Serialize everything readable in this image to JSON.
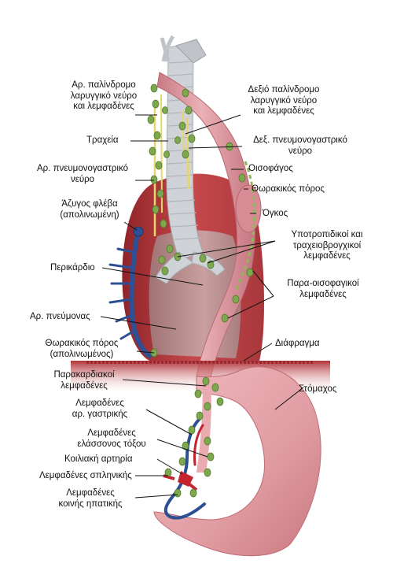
{
  "figure": {
    "labels": {
      "left_recurrent": "Αρ. παλίνδρομο\nλαρυγγικό νεύρο\nκαι λεμφαδένες",
      "trachea": "Τραχεία",
      "left_vagus": "Αρ. πνευμονογαστρικό\nνεύρο",
      "azygos": "Άζυγος φλέβα\n(απολινωμένη)",
      "pericardium": "Περικάρδιο",
      "left_lung": "Αρ. πνεύμονας",
      "thoracic_duct_ligated": "Θωρακικός πόρος\n(απολινωμένος)",
      "paracardial": "Παρακαρδιακοί\nλεμφαδένες",
      "left_gastric_nodes": "Λεμφαδένες\nαρ. γαστρικής",
      "lesser_curve_nodes": "Λεμφαδένες\nελάσσονος τόξου",
      "celiac_artery": "Κοιλιακή αρτηρία",
      "splenic_nodes": "Λεμφαδένες σπληνικής",
      "hepatic_nodes": "Λεμφαδένες\nκοινής ηπατικής",
      "right_recurrent": "Δεξιό παλίνδρομο\nλαρυγγικό νεύρο\nκαι λεμφαδένες",
      "right_vagus": "Δεξ. πνευμονογαστρικό\nνεύρο",
      "esophagus": "Οισοφάγος",
      "thoracic_duct": "Θωρακικός πόρος",
      "tumor": "Όγκος",
      "subcarinal": "Υποτροπιδικοί και\nτραχειοβρογχικοί\nλεμφαδένες",
      "paraesophageal": "Παρα-οισοφαγικοί\nλεμφαδένες",
      "diaphragm": "Διάφραγμα",
      "stomach": "Στόμαχος"
    },
    "colors": {
      "esophagus": "#d98d96",
      "heart": "#b83a3e",
      "trachea": "#c9cdd1",
      "vein": "#2d4f93",
      "nodes": "#78a84c",
      "nerve": "#e6d66b",
      "stomach": "#e3a0a4"
    }
  }
}
